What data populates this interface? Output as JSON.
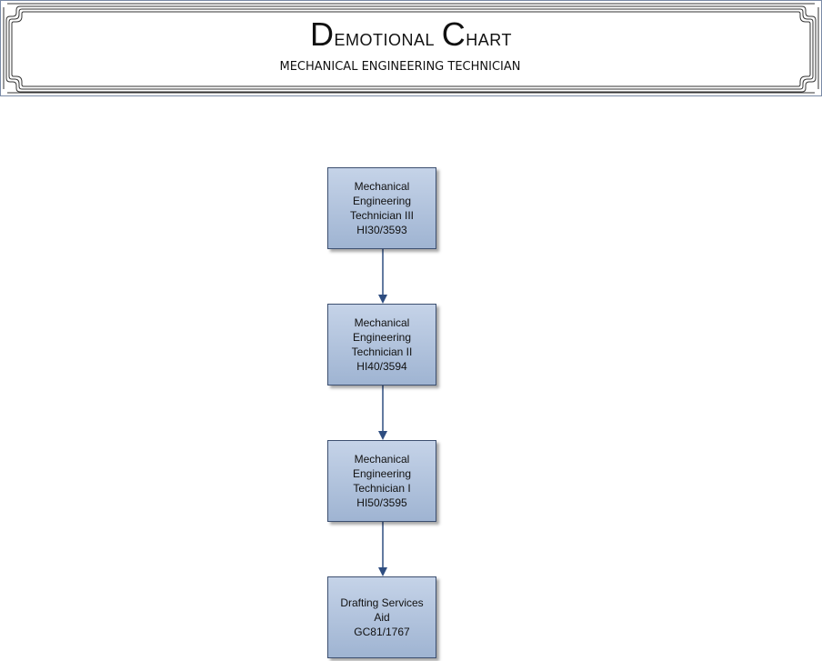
{
  "header": {
    "title_parts": [
      {
        "cap": "D",
        "rest": "emotional"
      },
      {
        "cap": "C",
        "rest": "hart"
      }
    ],
    "subtitle": "MECHANICAL ENGINEERING TECHNICIAN"
  },
  "positions": [
    {
      "lines": [
        "Mechanical",
        "Engineering",
        "Technician III",
        "HI30/3593"
      ]
    },
    {
      "lines": [
        "Mechanical",
        "Engineering",
        "Technician II",
        "HI40/3594"
      ]
    },
    {
      "lines": [
        "Mechanical",
        "Engineering",
        "Technician I",
        "HI50/3595"
      ]
    },
    {
      "lines": [
        "Drafting Services",
        "Aid",
        "GC81/1767"
      ]
    }
  ],
  "colors": {
    "box_fill_top": "#c5d3e8",
    "box_fill_bottom": "#9fb4d2",
    "box_border": "#3c4f70",
    "arrow": "#2e4d80",
    "frame_line": "#333333"
  }
}
